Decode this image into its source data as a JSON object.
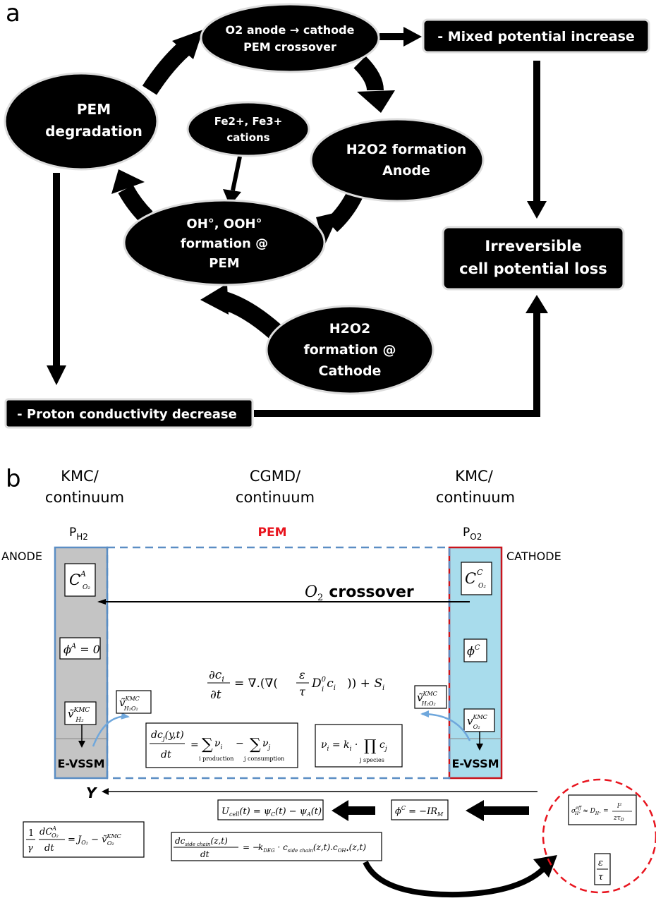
{
  "panel_a": {
    "label": "a",
    "nodes": {
      "o2_crossover": [
        "O2 anode → cathode",
        "PEM crossover"
      ],
      "mixed_potential": "- Mixed potential increase",
      "pem_degradation": [
        "PEM",
        "degradation"
      ],
      "fe_cations": [
        "Fe2+, Fe3+",
        "cations"
      ],
      "h2o2_anode": [
        "H2O2 formation",
        "Anode"
      ],
      "radical_formation": [
        "OH°, OOH°",
        "formation @",
        "PEM"
      ],
      "irreversible_loss": [
        "Irreversible",
        "cell potential loss"
      ],
      "h2o2_cathode": [
        "H2O2",
        "formation @",
        "Cathode"
      ],
      "proton_conductivity": "- Proton conductivity decrease"
    }
  },
  "panel_b": {
    "label": "b",
    "left_header": [
      "KMC/",
      "continuum"
    ],
    "center_header": [
      "CGMD/",
      "continuum"
    ],
    "right_header": [
      "KMC/",
      "continuum"
    ],
    "p_h2": "P",
    "p_h2_sub": "H2",
    "p_o2": "P",
    "p_o2_sub": "O2",
    "pem_label": "PEM",
    "anode_label": "ANODE",
    "cathode_label": "CATHODE",
    "crossover_o2": "O",
    "crossover_sub": "2",
    "crossover_text": "crossover",
    "evssm_left": "E-VSSM",
    "evssm_right": "E-VSSM",
    "y_label": "Y",
    "colors": {
      "pem_red": "#e8141e",
      "anode_grey": "#c4c4c4",
      "cathode_blue": "#a8dcec",
      "dash_blue": "#5b8ec4",
      "circle_red": "#e8141e",
      "curve_blue": "#6fa7dc"
    }
  }
}
